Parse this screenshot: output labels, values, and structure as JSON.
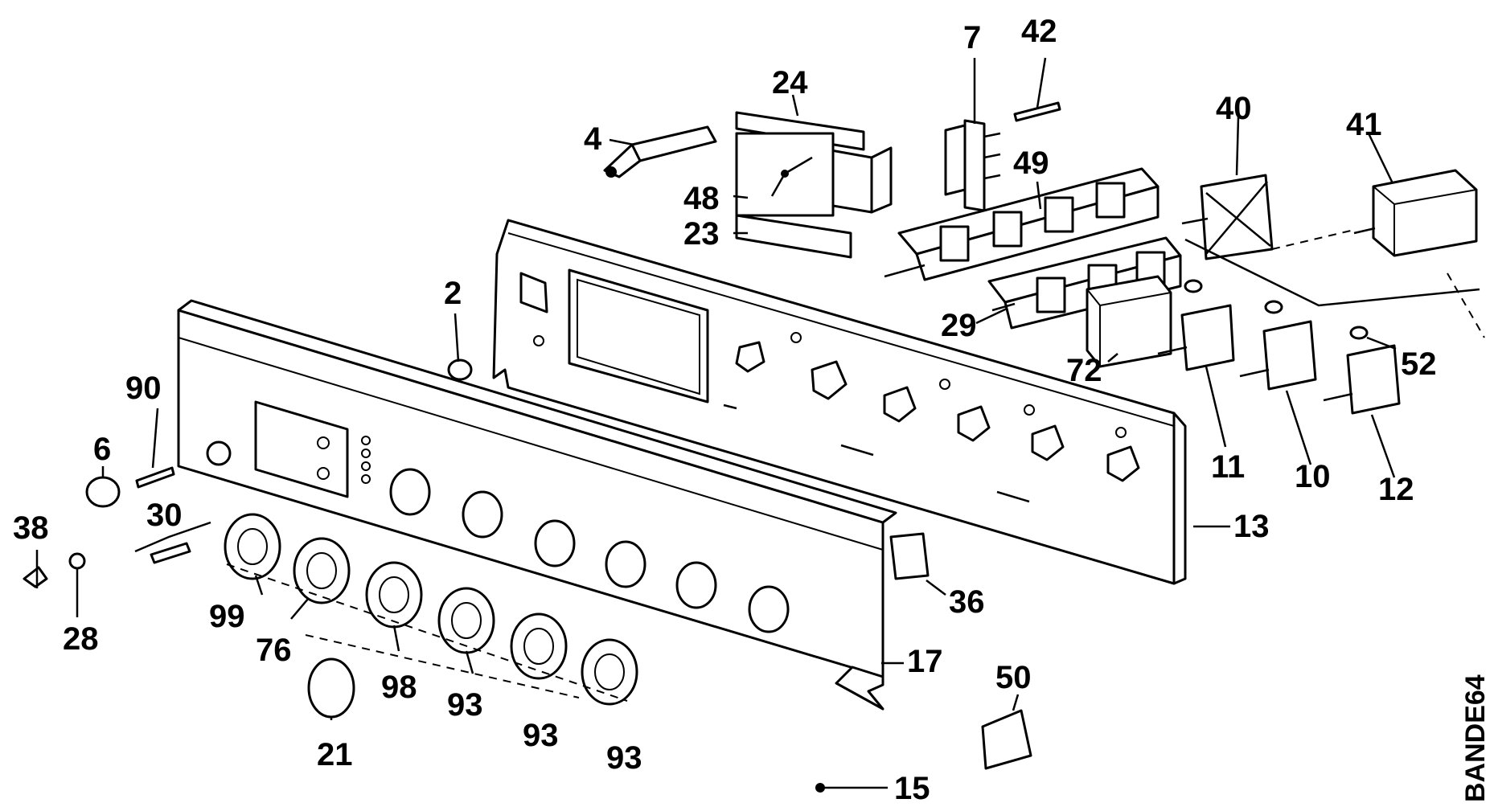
{
  "callouts": {
    "c2": "2",
    "c4": "4",
    "c6": "6",
    "c7": "7",
    "c10": "10",
    "c11": "11",
    "c12": "12",
    "c13": "13",
    "c15": "15",
    "c17": "17",
    "c21": "21",
    "c23": "23",
    "c24": "24",
    "c28": "28",
    "c29": "29",
    "c30": "30",
    "c36": "36",
    "c38": "38",
    "c40": "40",
    "c41": "41",
    "c42": "42",
    "c48": "48",
    "c49": "49",
    "c50": "50",
    "c52": "52",
    "c72": "72",
    "c76": "76",
    "c90": "90",
    "c93a": "93",
    "c93b": "93",
    "c93c": "93",
    "c98": "98",
    "c99": "99"
  },
  "drawing_code": "BANDE64"
}
